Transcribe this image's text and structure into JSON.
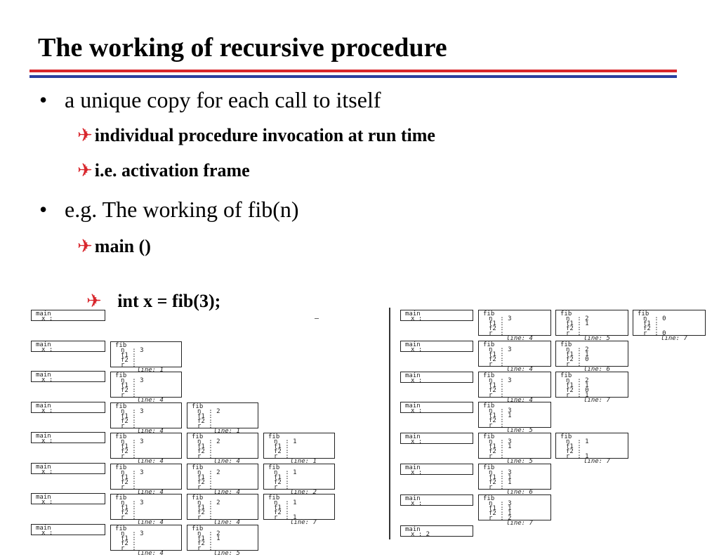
{
  "slide": {
    "title": "The working of recursive procedure",
    "bullets": [
      {
        "text": "a unique copy for each call to itself",
        "sub": [
          "individual procedure invocation at run time",
          "i.e. activation frame"
        ]
      },
      {
        "text": "e.g. The working of fib(n)",
        "sub": [
          "main ()",
          "   int x = fib(3);"
        ]
      }
    ]
  },
  "colors": {
    "accent_red": "#d8262c",
    "accent_blue": "#2a3fa0"
  },
  "icons": {
    "bullet": "bullet-dot-icon",
    "sub_bullet": "airplane-icon"
  },
  "diagram": {
    "main_label": "main",
    "fib_label": "fib",
    "line_prefix": "line:",
    "left_rows": [
      {
        "main_x": "",
        "fibs": []
      },
      {
        "main_x": "",
        "fibs": [
          {
            "n": "3",
            "f1": "",
            "f2": "",
            "r": "",
            "line": "1"
          }
        ]
      },
      {
        "main_x": "",
        "fibs": [
          {
            "n": "3",
            "f1": "",
            "f2": "",
            "r": "",
            "line": "4"
          }
        ]
      },
      {
        "main_x": "",
        "fibs": [
          {
            "n": "3",
            "f1": "",
            "f2": "",
            "r": "",
            "line": "4"
          },
          {
            "n": "2",
            "f1": "",
            "f2": "",
            "r": "",
            "line": "1"
          }
        ]
      },
      {
        "main_x": "",
        "fibs": [
          {
            "n": "3",
            "f1": "",
            "f2": "",
            "r": "",
            "line": "4"
          },
          {
            "n": "2",
            "f1": "",
            "f2": "",
            "r": "",
            "line": "4"
          },
          {
            "n": "1",
            "f1": "",
            "f2": "",
            "r": "",
            "line": "1"
          }
        ]
      },
      {
        "main_x": "",
        "fibs": [
          {
            "n": "3",
            "f1": "",
            "f2": "",
            "r": "",
            "line": "4"
          },
          {
            "n": "2",
            "f1": "",
            "f2": "",
            "r": "",
            "line": "4"
          },
          {
            "n": "1",
            "f1": "",
            "f2": "",
            "r": "",
            "line": "2"
          }
        ]
      },
      {
        "main_x": "",
        "fibs": [
          {
            "n": "3",
            "f1": "",
            "f2": "",
            "r": "",
            "line": "4"
          },
          {
            "n": "2",
            "f1": "",
            "f2": "",
            "r": "",
            "line": "4"
          },
          {
            "n": "1",
            "f1": "",
            "f2": "",
            "r": "1",
            "line": "7"
          }
        ]
      },
      {
        "main_x": "",
        "fibs": [
          {
            "n": "3",
            "f1": "",
            "f2": "",
            "r": "",
            "line": "4"
          },
          {
            "n": "2",
            "f1": "1",
            "f2": "",
            "r": "",
            "line": "5"
          }
        ]
      }
    ],
    "right_rows": [
      {
        "main_x": "",
        "fibs": [
          {
            "n": "3",
            "f1": "",
            "f2": "",
            "r": "",
            "line": "4"
          },
          {
            "n": "2",
            "f1": "1",
            "f2": "",
            "r": "",
            "line": "5"
          },
          {
            "n": "0",
            "f1": "",
            "f2": "",
            "r": "0",
            "line": "7"
          }
        ]
      },
      {
        "main_x": "",
        "fibs": [
          {
            "n": "3",
            "f1": "",
            "f2": "",
            "r": "",
            "line": "4"
          },
          {
            "n": "2",
            "f1": "1",
            "f2": "0",
            "r": "",
            "line": "6"
          }
        ]
      },
      {
        "main_x": "",
        "fibs": [
          {
            "n": "3",
            "f1": "",
            "f2": "",
            "r": "",
            "line": "4"
          },
          {
            "n": "2",
            "f1": "1",
            "f2": "0",
            "r": "1",
            "line": "7"
          }
        ]
      },
      {
        "main_x": "",
        "fibs": [
          {
            "n": "3",
            "f1": "1",
            "f2": "",
            "r": "",
            "line": "5"
          }
        ]
      },
      {
        "main_x": "",
        "fibs": [
          {
            "n": "3",
            "f1": "1",
            "f2": "",
            "r": "",
            "line": "5"
          },
          {
            "n": "1",
            "f1": "",
            "f2": "",
            "r": "1",
            "line": "7"
          }
        ]
      },
      {
        "main_x": "",
        "fibs": [
          {
            "n": "3",
            "f1": "1",
            "f2": "1",
            "r": "",
            "line": "6"
          }
        ]
      },
      {
        "main_x": "",
        "fibs": [
          {
            "n": "3",
            "f1": "1",
            "f2": "1",
            "r": "2",
            "line": "7"
          }
        ]
      },
      {
        "main_x": "2",
        "fibs": []
      }
    ]
  }
}
